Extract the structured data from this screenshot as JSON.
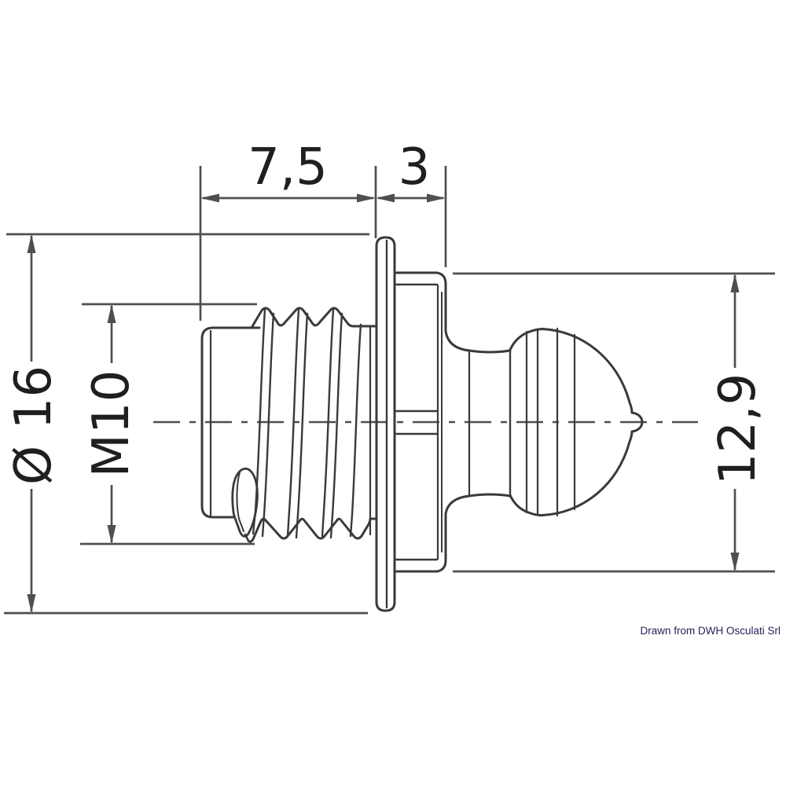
{
  "drawing": {
    "labels": {
      "thread_length": "7,5",
      "collar_width": "3",
      "flange_diameter": "Ø 16",
      "thread_size": "M10",
      "head_height": "12,9"
    },
    "credit": "Drawn from DWH Osculati Srl",
    "colors": {
      "dimension_lines": "#4f4f4f",
      "part_lines": "#3a3a3a",
      "label_text": "#1f1f1f",
      "credit_text": "#22225c",
      "background": "#ffffff"
    }
  }
}
